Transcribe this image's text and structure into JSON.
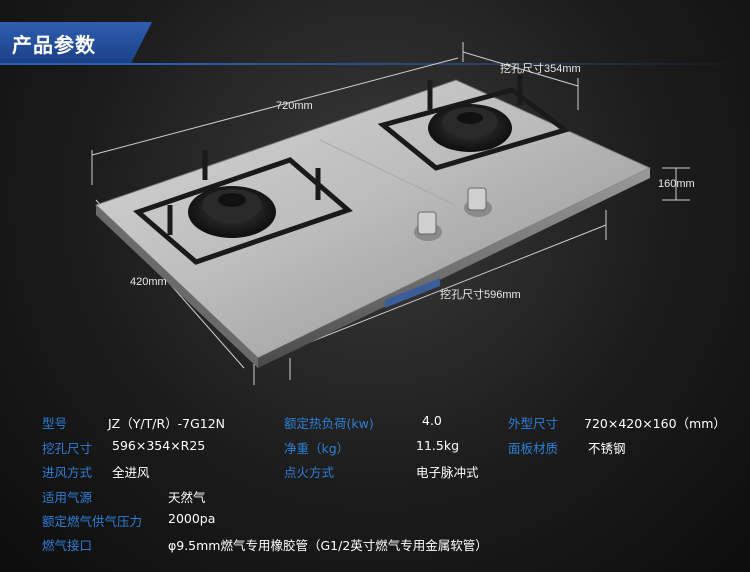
{
  "header": {
    "title": "产品参数"
  },
  "dimensions": {
    "cutout_depth": "挖孔尺寸354mm",
    "width": "720mm",
    "height": "160mm",
    "depth": "420mm",
    "cutout_width": "挖孔尺寸596mm"
  },
  "specs": {
    "row1": {
      "model_label": "型号",
      "model_value": "JZ（Y/T/R）-7G12N",
      "heat_label": "额定热负荷(kw)",
      "heat_value": "4.0",
      "size_label": "外型尺寸",
      "size_value": "720×420×160（mm）"
    },
    "row2": {
      "cutout_label": "挖孔尺寸",
      "cutout_value": "596×354×R25",
      "weight_label": "净重（kg）",
      "weight_value": "11.5kg",
      "panel_label": "面板材质",
      "panel_value": "不锈钢"
    },
    "row3": {
      "air_label": "进风方式",
      "air_value": "全进风",
      "ignition_label": "点火方式",
      "ignition_value": "电子脉冲式"
    },
    "row4": {
      "gas_label": "适用气源",
      "gas_value": "天然气"
    },
    "row5": {
      "pressure_label": "额定燃气供气压力",
      "pressure_value": "2000pa"
    },
    "row6": {
      "connector_label": "燃气接口",
      "connector_value": "φ9.5mm燃气专用橡胶管（G1/2英寸燃气专用金属软管）"
    }
  }
}
